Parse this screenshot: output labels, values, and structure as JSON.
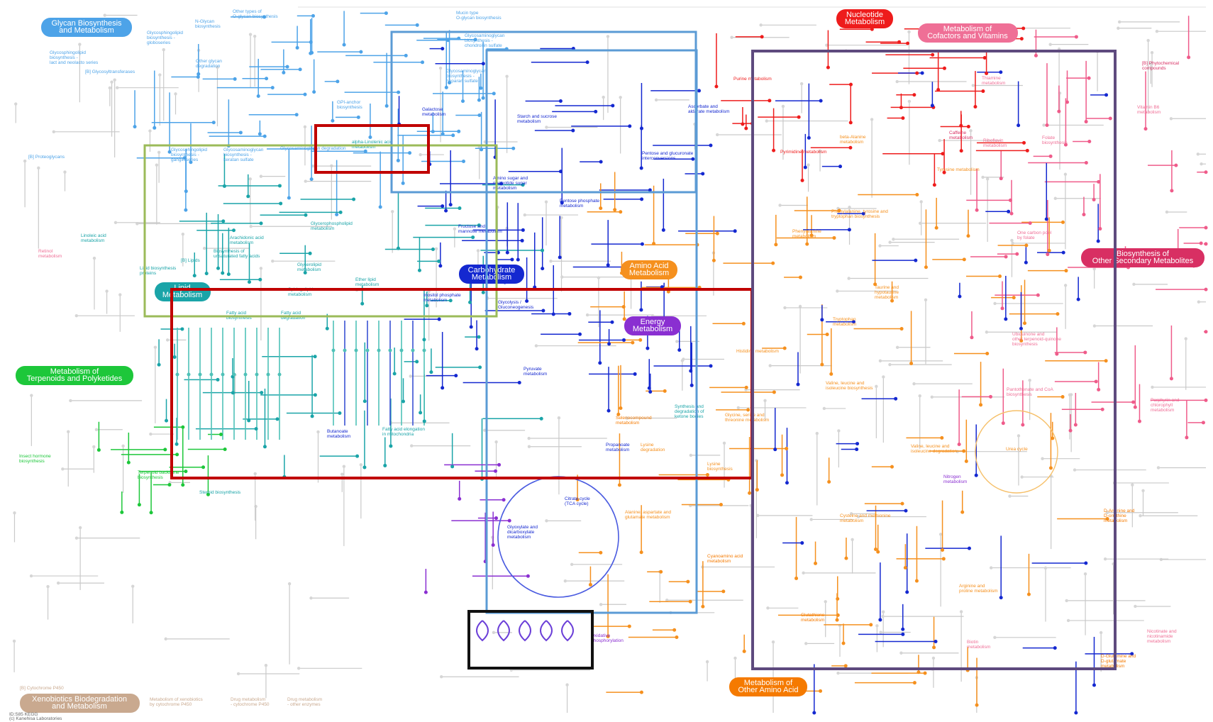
{
  "colors": {
    "glycan": "#4da3e8",
    "lipid": "#1aa4a8",
    "carbohydrate": "#1428d0",
    "amino_acid": "#f5901e",
    "energy": "#8a2fd1",
    "nucleotide": "#ee1c1c",
    "cofactor": "#ef5b8a",
    "terpenoid": "#1dc73a",
    "secondary": "#d82f63",
    "xenobiotics": "#c9a98f",
    "other_amino": "#f57a00",
    "grey": "#c9c9c9",
    "box_red": "#c00000",
    "box_blue": "#5b9bd5",
    "box_green": "#9bbb59",
    "box_purple": "#5e4a7e",
    "box_black": "#111111"
  },
  "categories": [
    {
      "id": "glycan",
      "line1": "Glycan Biosynthesis",
      "line2": "and Metabolism",
      "color": "#4da3e8"
    },
    {
      "id": "nucleotide",
      "line1": "Nucleotide",
      "line2": "Metabolism",
      "color": "#ee1c1c"
    },
    {
      "id": "cofactor",
      "line1": "Metabolism of",
      "line2": "Cofactors and Vitamins",
      "color": "#ef6f96"
    },
    {
      "id": "secondary",
      "line1": "Biosynthesis of",
      "line2": "Other Secondary Metabolites",
      "color": "#d82f63"
    },
    {
      "id": "lipid",
      "line1": "Lipid",
      "line2": "Metabolism",
      "color": "#1aa4a8"
    },
    {
      "id": "carbohydrate",
      "line1": "Carbohydrate",
      "line2": "Metabolism",
      "color": "#1428d0"
    },
    {
      "id": "amino",
      "line1": "Amino Acid",
      "line2": "Metabolism",
      "color": "#f5901e"
    },
    {
      "id": "energy",
      "line1": "Energy",
      "line2": "Metabolism",
      "color": "#8a2fd1"
    },
    {
      "id": "terpenoid",
      "line1": "Metabolism of",
      "line2": "Terpenoids and Polyketides",
      "color": "#1dc73a"
    },
    {
      "id": "xenobiotics",
      "line1": "Xenobiotics Biodegradation",
      "line2": "and Metabolism",
      "color": "#c9a98f"
    },
    {
      "id": "other_amino",
      "line1": "Metabolism of",
      "line2": "Other Amino Acid",
      "color": "#f57a00"
    }
  ],
  "pathways": [
    {
      "id": "n-glycan",
      "lines": [
        "N-Glycan",
        "biosynthesis"
      ],
      "color": "#4da3e8"
    },
    {
      "id": "o-glycan",
      "lines": [
        "Other types of",
        "O-glycan biosynthesis"
      ],
      "color": "#4da3e8"
    },
    {
      "id": "mucin",
      "lines": [
        "Mucin type",
        "O-glycan biosynthesis"
      ],
      "color": "#4da3e8"
    },
    {
      "id": "gsl-globo",
      "lines": [
        "Glycosphingolipid",
        "biosynthesis -",
        "globoseries"
      ],
      "color": "#4da3e8"
    },
    {
      "id": "gsl-lacto",
      "lines": [
        "Glycosphingolipid",
        "biosynthesis -",
        "lact and neolacto series"
      ],
      "color": "#4da3e8"
    },
    {
      "id": "glycosyltransferases",
      "lines": [
        "[B] Glycosyltransferases"
      ],
      "color": "#4da3e8"
    },
    {
      "id": "other-glycan-deg",
      "lines": [
        "Other glycan",
        "degradation"
      ],
      "color": "#4da3e8"
    },
    {
      "id": "gag-chondroitin",
      "lines": [
        "Glycosaminoglycan",
        "biosynthesis -",
        "chondroitin sulfate"
      ],
      "color": "#4da3e8"
    },
    {
      "id": "gag-heparan",
      "lines": [
        "Glycosaminoglycan",
        "biosynthesis -",
        "heparan sulfate"
      ],
      "color": "#4da3e8"
    },
    {
      "id": "gpi",
      "lines": [
        "GPI-anchor",
        "biosynthesis"
      ],
      "color": "#4da3e8"
    },
    {
      "id": "galactose",
      "lines": [
        "Galactose",
        "metabolism"
      ],
      "color": "#1428d0"
    },
    {
      "id": "starch",
      "lines": [
        "Starch and sucrose",
        "metabolism"
      ],
      "color": "#1428d0"
    },
    {
      "id": "ascorbate",
      "lines": [
        "Ascorbate and",
        "aldarate metabolism"
      ],
      "color": "#1428d0"
    },
    {
      "id": "purine",
      "lines": [
        "Purine metabolism"
      ],
      "color": "#ee1c1c"
    },
    {
      "id": "thiamine",
      "lines": [
        "Thiamine",
        "metabolism"
      ],
      "color": "#ef6f96"
    },
    {
      "id": "phytochemical",
      "lines": [
        "[B] Phytochemical",
        "compounds"
      ],
      "color": "#d82f63"
    },
    {
      "id": "vitamin-b6",
      "lines": [
        "Vitamin B6",
        "metabolism"
      ],
      "color": "#ef6f96"
    },
    {
      "id": "proteoglycans",
      "lines": [
        "[B] Proteoglycans"
      ],
      "color": "#4da3e8"
    },
    {
      "id": "gsl-ganglio",
      "lines": [
        "Glycosphingolipid",
        "biosynthesis -",
        "ganglioseries"
      ],
      "color": "#4da3e8"
    },
    {
      "id": "gag-keratan",
      "lines": [
        "Glycosaminoglycan",
        "biosynthesis -",
        "keratan sulfate"
      ],
      "color": "#4da3e8"
    },
    {
      "id": "gag-deg",
      "lines": [
        "Glycosaminoglycan degradation"
      ],
      "color": "#4da3e8"
    },
    {
      "id": "alpha-linolenic",
      "lines": [
        "alpha-Linolenic acid",
        "metabolism"
      ],
      "color": "#1aa4a8"
    },
    {
      "id": "beta-alanine",
      "lines": [
        "beta-Alanine",
        "metabolism"
      ],
      "color": "#f5901e"
    },
    {
      "id": "caffeine",
      "lines": [
        "Caffeine",
        "metabolism"
      ],
      "color": "#d82f63"
    },
    {
      "id": "riboflavin",
      "lines": [
        "Riboflavin",
        "metabolism"
      ],
      "color": "#ef6f96"
    },
    {
      "id": "folate",
      "lines": [
        "Folate",
        "biosynthesis"
      ],
      "color": "#ef6f96"
    },
    {
      "id": "pyrimidine",
      "lines": [
        "Pyrimidine metabolism"
      ],
      "color": "#ee1c1c"
    },
    {
      "id": "pentose-glucuronate",
      "lines": [
        "Pentose and glucuronate",
        "interconversions"
      ],
      "color": "#1428d0"
    },
    {
      "id": "tyrosine",
      "lines": [
        "Tyrosine metabolism"
      ],
      "color": "#f5901e"
    },
    {
      "id": "amino-sugar",
      "lines": [
        "Amino sugar and",
        "nucleotide sugar",
        "metabolism"
      ],
      "color": "#1428d0"
    },
    {
      "id": "pentose-phosphate",
      "lines": [
        "Pentose phosphate",
        "metabolism"
      ],
      "color": "#1428d0"
    },
    {
      "id": "glycerophospholipid",
      "lines": [
        "Glycerophospholipid",
        "metabolism"
      ],
      "color": "#1aa4a8"
    },
    {
      "id": "arachidonic",
      "lines": [
        "Arachidonic acid",
        "metabolism"
      ],
      "color": "#1aa4a8"
    },
    {
      "id": "fructose",
      "lines": [
        "Fructose and",
        "mannose metabolism"
      ],
      "color": "#1428d0"
    },
    {
      "id": "phe-tyr-trp",
      "lines": [
        "Phenylalanine, tyrosine and",
        "tryptophan biosynthesis"
      ],
      "color": "#f5901e"
    },
    {
      "id": "one-carbon",
      "lines": [
        "One carbon pool",
        "by folate"
      ],
      "color": "#ef6f96"
    },
    {
      "id": "linoleic",
      "lines": [
        "Linoleic acid",
        "metabolism"
      ],
      "color": "#1aa4a8"
    },
    {
      "id": "retinol",
      "lines": [
        "Retinol",
        "metabolism"
      ],
      "color": "#ef6f96"
    },
    {
      "id": "lipids-b",
      "lines": [
        "[B] Lipids"
      ],
      "color": "#1aa4a8"
    },
    {
      "id": "unsat-fa",
      "lines": [
        "Biosynthesis of",
        "unsaturated fatty acids"
      ],
      "color": "#1aa4a8"
    },
    {
      "id": "glycerolipid",
      "lines": [
        "Glycerolipid",
        "metabolism"
      ],
      "color": "#1aa4a8"
    },
    {
      "id": "phenylalanine",
      "lines": [
        "Phenylalanine",
        "metabolism"
      ],
      "color": "#f5901e"
    },
    {
      "id": "lipid-biosyn-proteins",
      "lines": [
        "Lipid biosynthesis",
        "proteins"
      ],
      "color": "#1aa4a8"
    },
    {
      "id": "sphingolipid",
      "lines": [
        "Sphingolipid",
        "metabolism"
      ],
      "color": "#1aa4a8"
    },
    {
      "id": "ether-lipid",
      "lines": [
        "Ether lipid",
        "metabolism"
      ],
      "color": "#1aa4a8"
    },
    {
      "id": "inositol",
      "lines": [
        "Inositol phosphate",
        "metabolism"
      ],
      "color": "#1428d0"
    },
    {
      "id": "glycolysis",
      "lines": [
        "Glycolysis /",
        "Gluconeogenesis"
      ],
      "color": "#1428d0"
    },
    {
      "id": "taurine",
      "lines": [
        "Taurine and",
        "hypotaurine",
        "metabolism"
      ],
      "color": "#f5901e"
    },
    {
      "id": "fatty-acid-biosyn",
      "lines": [
        "Fatty acid",
        "biosynthesis"
      ],
      "color": "#1aa4a8"
    },
    {
      "id": "fatty-acid-deg",
      "lines": [
        "Fatty acid",
        "degradation"
      ],
      "color": "#1aa4a8"
    },
    {
      "id": "tryptophan",
      "lines": [
        "Tryptophan",
        "metabolism"
      ],
      "color": "#f5901e"
    },
    {
      "id": "ubiquinone",
      "lines": [
        "Ubiquinone and",
        "other terpenoid-quinone",
        "biosynthesis"
      ],
      "color": "#ef6f96"
    },
    {
      "id": "histidine",
      "lines": [
        "Histidine metabolism"
      ],
      "color": "#f5901e"
    },
    {
      "id": "pyruvate",
      "lines": [
        "Pyruvate",
        "metabolism"
      ],
      "color": "#1428d0"
    },
    {
      "id": "val-leu-ile-bio",
      "lines": [
        "Valine, leucine and",
        "isoleucine biosynthesis"
      ],
      "color": "#f5901e"
    },
    {
      "id": "pantothenate",
      "lines": [
        "Pantothenate and CoA",
        "biosynthesis"
      ],
      "color": "#ef6f96"
    },
    {
      "id": "porphyrin",
      "lines": [
        "Porphyrin and",
        "chlorophyll",
        "metabolism"
      ],
      "color": "#ef6f96"
    },
    {
      "id": "ketone",
      "lines": [
        "Synthesis and",
        "degradation of",
        "ketone bodies"
      ],
      "color": "#1aa4a8"
    },
    {
      "id": "selenocompound",
      "lines": [
        "Selenocompound",
        "metabolism"
      ],
      "color": "#f57a00"
    },
    {
      "id": "gly-ser-thr",
      "lines": [
        "Glycine, serine and",
        "threonine metabolism"
      ],
      "color": "#f5901e"
    },
    {
      "id": "butanoate",
      "lines": [
        "Butanoate",
        "metabolism"
      ],
      "color": "#1428d0"
    },
    {
      "id": "fa-elongation",
      "lines": [
        "Fatty acid elongation",
        "in mitochondria"
      ],
      "color": "#1aa4a8"
    },
    {
      "id": "propanoate",
      "lines": [
        "Propanoate",
        "metabolism"
      ],
      "color": "#1428d0"
    },
    {
      "id": "lysine-deg",
      "lines": [
        "Lysine",
        "degradation"
      ],
      "color": "#f5901e"
    },
    {
      "id": "val-leu-ile-deg",
      "lines": [
        "Valine, leucine and",
        "isoleucine degradation"
      ],
      "color": "#f5901e"
    },
    {
      "id": "urea",
      "lines": [
        "Urea cycle"
      ],
      "color": "#f5901e"
    },
    {
      "id": "insect-hormone",
      "lines": [
        "Insect hormone",
        "biosynthesis"
      ],
      "color": "#1dc73a"
    },
    {
      "id": "terpenoid-backbone",
      "lines": [
        "Terpenoid backbone",
        "biosynthesis"
      ],
      "color": "#1dc73a"
    },
    {
      "id": "lysine-bio",
      "lines": [
        "Lysine",
        "biosynthesis"
      ],
      "color": "#f5901e"
    },
    {
      "id": "steroid",
      "lines": [
        "Steroid biosynthesis"
      ],
      "color": "#1aa4a8"
    },
    {
      "id": "nitrogen",
      "lines": [
        "Nitrogen",
        "metabolism"
      ],
      "color": "#8a2fd1"
    },
    {
      "id": "tca",
      "lines": [
        "Citrate cycle",
        "(TCA cycle)"
      ],
      "color": "#1428d0"
    },
    {
      "id": "glyoxylate",
      "lines": [
        "Glyoxylate and",
        "dicarboxylate",
        "metabolism"
      ],
      "color": "#1428d0"
    },
    {
      "id": "ala-asp-glu",
      "lines": [
        "Alanine, aspartate and",
        "glutamate metabolism"
      ],
      "color": "#f5901e"
    },
    {
      "id": "d-arginine",
      "lines": [
        "D-Arginine and",
        "D-ornithine",
        "metabolism"
      ],
      "color": "#f57a00"
    },
    {
      "id": "cys-met",
      "lines": [
        "Cysteine and methionine",
        "metabolism"
      ],
      "color": "#f5901e"
    },
    {
      "id": "cyanoamino",
      "lines": [
        "Cyanoamino acid",
        "metabolism"
      ],
      "color": "#f57a00"
    },
    {
      "id": "arg-pro",
      "lines": [
        "Arginine and",
        "proline metabolism"
      ],
      "color": "#f5901e"
    },
    {
      "id": "glutathione",
      "lines": [
        "Glutathione",
        "metabolism"
      ],
      "color": "#f57a00"
    },
    {
      "id": "oxphos",
      "lines": [
        "Oxidative",
        "phosphorylation"
      ],
      "color": "#8a2fd1"
    },
    {
      "id": "nicotinate",
      "lines": [
        "Nicotinate and",
        "nicotinamide",
        "metabolism"
      ],
      "color": "#ef6f96"
    },
    {
      "id": "biotin",
      "lines": [
        "Biotin",
        "metabolism"
      ],
      "color": "#ef6f96"
    },
    {
      "id": "d-glutamine",
      "lines": [
        "D-Glutamine and",
        "D-glutamate",
        "metabolism"
      ],
      "color": "#f57a00"
    },
    {
      "id": "cyp450",
      "lines": [
        "[B] Cytochrome P450"
      ],
      "color": "#c9a98f"
    },
    {
      "id": "xeno-p450",
      "lines": [
        "Metabolism of xenobiotics",
        "by cytochrome P450"
      ],
      "color": "#c9a98f"
    },
    {
      "id": "drug-p450",
      "lines": [
        "Drug metabolism",
        "- cytochrome P450"
      ],
      "color": "#c9a98f"
    },
    {
      "id": "drug-other",
      "lines": [
        "Drug metabolism",
        "- other enzymes"
      ],
      "color": "#c9a98f"
    }
  ],
  "highlight_boxes": [
    {
      "id": "glycan-blue",
      "color": "#5b9bd5"
    },
    {
      "id": "carb-blue",
      "color": "#5b9bd5"
    },
    {
      "id": "lipid-green",
      "color": "#9bbb59"
    },
    {
      "id": "small-red",
      "color": "#c00000"
    },
    {
      "id": "fatty-red",
      "color": "#c00000"
    },
    {
      "id": "aa-purple",
      "color": "#5e4a7e"
    },
    {
      "id": "oxphos-black",
      "color": "#111111"
    }
  ],
  "footer": {
    "line1": "ID:S85 KEGG",
    "line2": "(c) Kanehisa Laboratories"
  }
}
